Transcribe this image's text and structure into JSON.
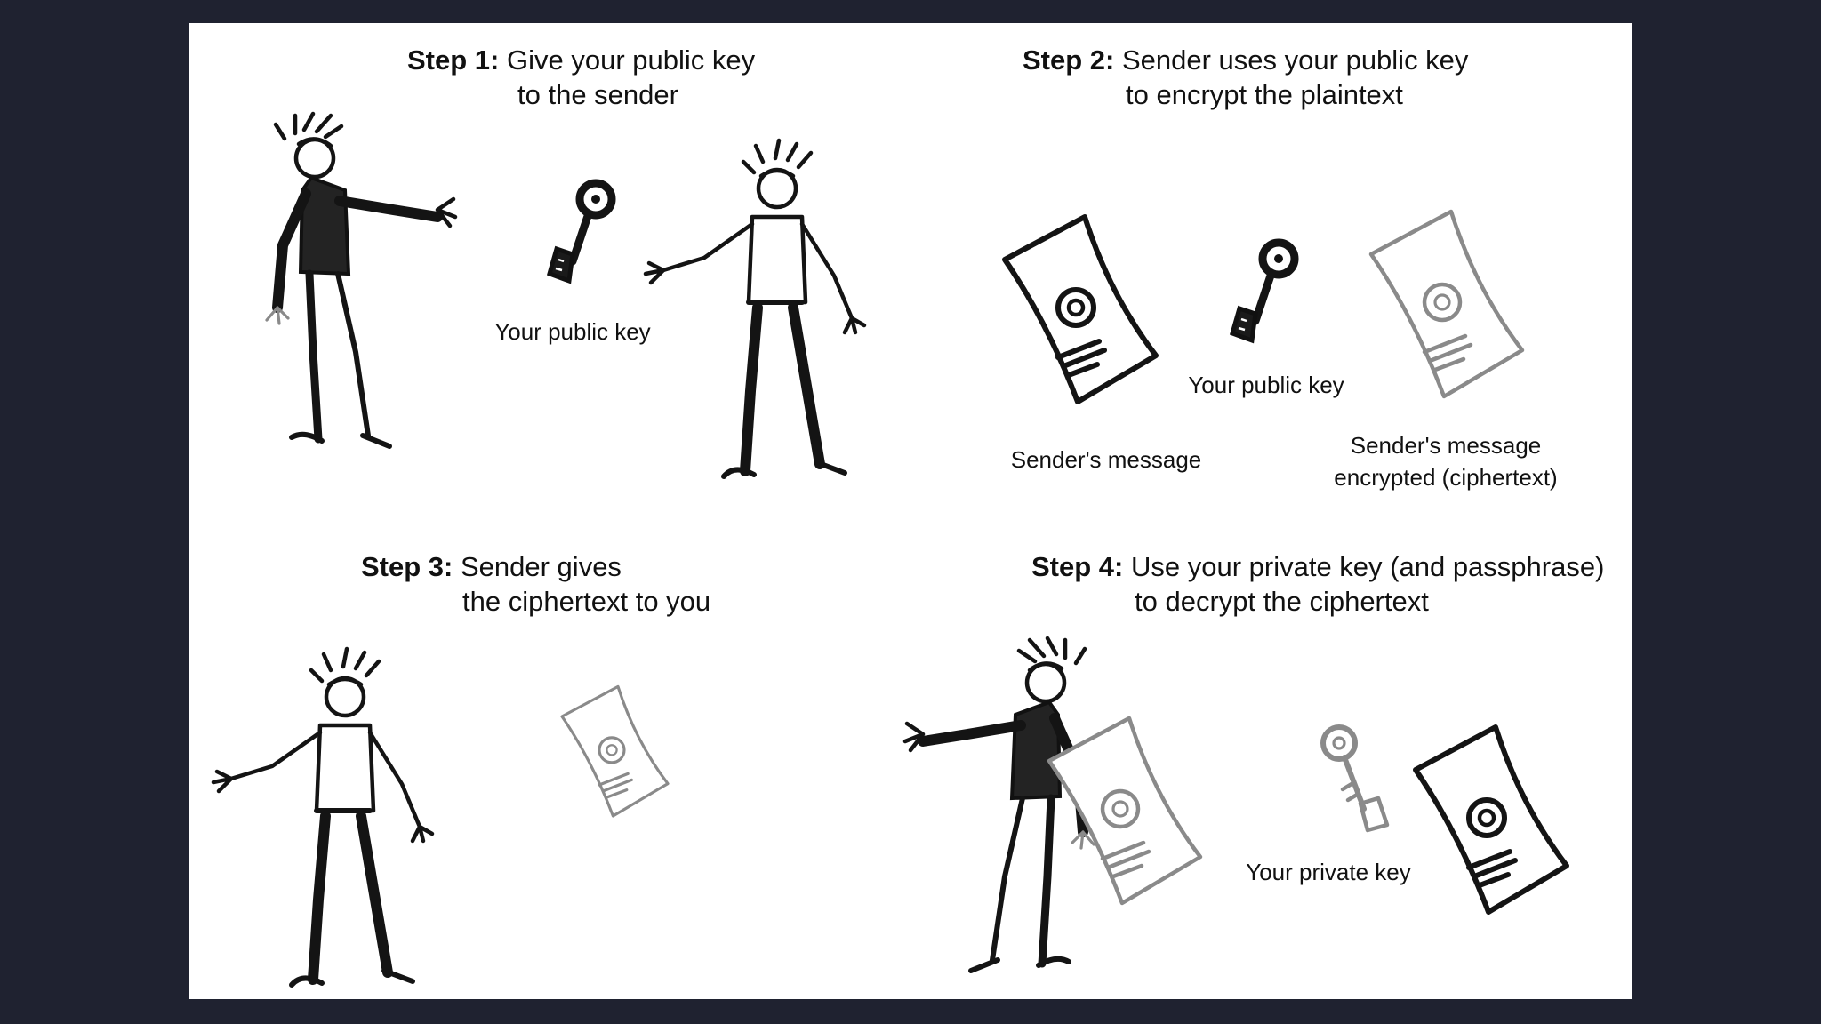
{
  "steps": [
    {
      "label": "Step 1:",
      "lines": [
        "Give your public key",
        "to the sender"
      ]
    },
    {
      "label": "Step 2:",
      "lines": [
        "Sender uses your public key",
        "to encrypt the plaintext"
      ]
    },
    {
      "label": "Step 3:",
      "lines": [
        "Sender gives",
        "the ciphertext to you"
      ]
    },
    {
      "label": "Step 4:",
      "lines": [
        "Use your private key (and passphrase)",
        "to decrypt the ciphertext"
      ]
    }
  ],
  "captions": {
    "step1_key": "Your public key",
    "step2_key": "Your public key",
    "step2_message": "Sender's message",
    "step2_ciphertext": [
      "Sender's message",
      "encrypted (ciphertext)"
    ],
    "step4_key": "Your private key"
  },
  "icons": [
    "person-icon",
    "key-icon",
    "document-icon"
  ],
  "colors": {
    "background": "#1f2230",
    "panel": "#ffffff",
    "ink": "#141414",
    "ink_light": "#8a8a8a"
  }
}
